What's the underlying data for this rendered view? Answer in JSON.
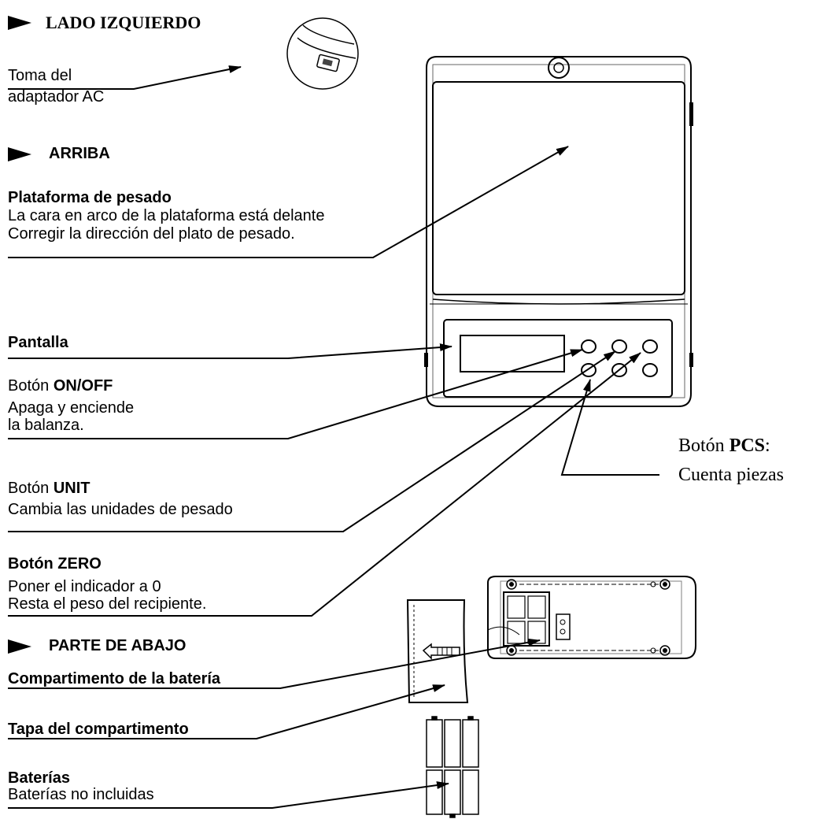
{
  "sections": {
    "lado": "LADO IZQUIERDO",
    "arriba": "ARRIBA",
    "abajo": "PARTE DE ABAJO"
  },
  "labels": {
    "toma_line1": "Toma del",
    "toma_line2": "adaptador AC",
    "plataforma_title": "Plataforma de pesado",
    "plataforma_line1": "La cara en arco de la plataforma está delante",
    "plataforma_line2": "Corregir la dirección del plato de pesado.",
    "pantalla": "Pantalla",
    "onoff_prefix": "Botón ",
    "onoff_bold": "ON/OFF",
    "onoff_line1": "Apaga y enciende",
    "onoff_line2": "la balanza.",
    "unit_prefix": "Botón ",
    "unit_bold": "UNIT",
    "unit_line1": "Cambia las unidades de pesado",
    "zero_title": "Botón ZERO",
    "zero_line1": "Poner el indicador a 0",
    "zero_line2": "Resta el peso del recipiente.",
    "pcs_prefix": "Botón ",
    "pcs_bold": "PCS",
    "pcs_suffix": ":",
    "pcs_line1": "Cuenta piezas",
    "compartimento": "Compartimento de la batería",
    "tapa": "Tapa del compartimento",
    "baterias_title": "Baterías",
    "baterias_line1": "Baterías no incluidas"
  }
}
